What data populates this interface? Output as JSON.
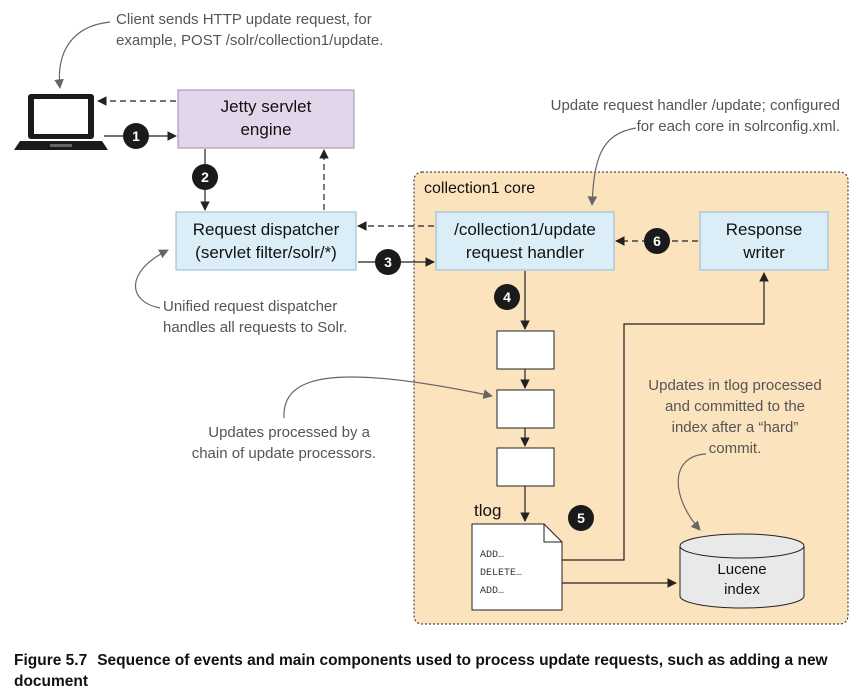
{
  "annotations": {
    "client": [
      "Client sends HTTP update request, for",
      "example, POST /solr/collection1/update."
    ],
    "handler": [
      "Update request handler /update; configured",
      "for each core in solrconfig.xml."
    ],
    "dispatcher": [
      "Unified request dispatcher",
      "handles all requests to Solr."
    ],
    "processors": [
      "Updates processed by a",
      "chain of update processors."
    ],
    "tlog_commit": [
      "Updates in tlog processed",
      "and committed to the",
      "index after a “hard”",
      "commit."
    ]
  },
  "boxes": {
    "jetty": [
      "Jetty servlet",
      "engine"
    ],
    "dispatcher": [
      "Request dispatcher",
      "(servlet filter/solr/*)"
    ],
    "handler": [
      "/collection1/update",
      "request handler"
    ],
    "writer": [
      "Response",
      "writer"
    ],
    "lucene": [
      "Lucene",
      "index"
    ]
  },
  "core_label": "collection1 core",
  "tlog": {
    "label": "tlog",
    "entries": [
      "ADD…",
      "DELETE…",
      "ADD…"
    ]
  },
  "steps": [
    "1",
    "2",
    "3",
    "4",
    "5",
    "6"
  ],
  "caption": {
    "number": "Figure 5.7",
    "text": "Sequence of events and main components used to process update requests, such as adding a new document"
  },
  "colors": {
    "jetty_fill": "#e3d6ea",
    "box_fill": "#dbeef8",
    "box_stroke": "#8fb9d4",
    "core_fill": "#fbe3bd",
    "step_badge": "#1a1a1a",
    "annotation_text": "#555555",
    "lucene_fill": "#e9e9e9"
  }
}
